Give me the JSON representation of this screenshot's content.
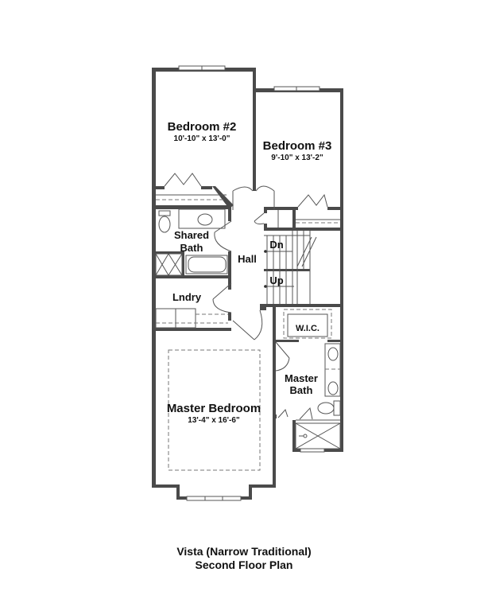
{
  "plan": {
    "title": "Vista (Narrow Traditional)",
    "subtitle": "Second Floor Plan",
    "rooms": {
      "bedroom2": {
        "name": "Bedroom #2",
        "dims": "10'-10\" x 13'-0\""
      },
      "bedroom3": {
        "name": "Bedroom #3",
        "dims": "9'-10\" x 13'-2\""
      },
      "shared_bath": {
        "name_line1": "Shared",
        "name_line2": "Bath"
      },
      "hall": {
        "name": "Hall"
      },
      "laundry": {
        "name": "Lndry"
      },
      "wic": {
        "name": "W.I.C."
      },
      "master_bath": {
        "name_line1": "Master",
        "name_line2": "Bath"
      },
      "master_bedroom": {
        "name": "Master Bedroom",
        "dims": "13'-4\" x 16'-6\""
      }
    },
    "stairs": {
      "down_label": "Dn",
      "up_label": "Up"
    },
    "colors": {
      "wall": "#4a4a4a",
      "line": "#555555",
      "background": "#ffffff"
    }
  }
}
